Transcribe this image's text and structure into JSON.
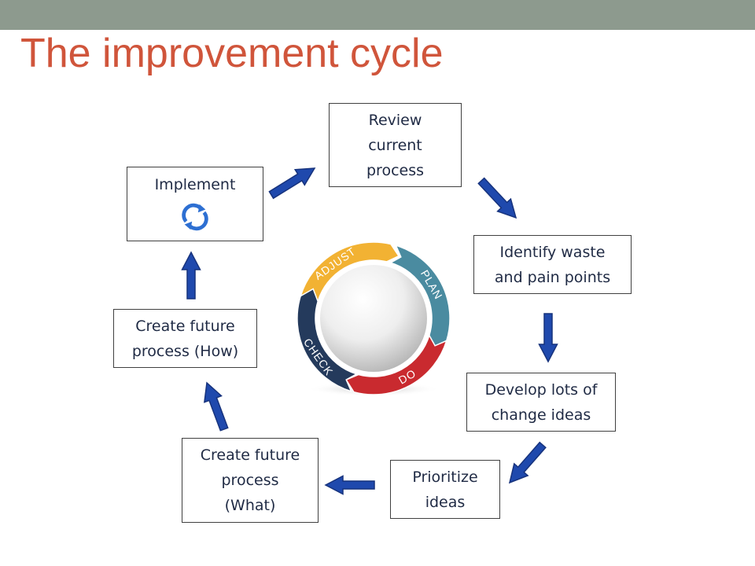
{
  "slide": {
    "title": "The improvement cycle",
    "colors": {
      "title": "#d0553b",
      "top_bar": "#8d9a8e",
      "arrow_fill": "#1f49ad",
      "arrow_stroke": "#17337d",
      "box_text": "#1f2a44"
    }
  },
  "steps": [
    {
      "id": "review",
      "lines": [
        "Review",
        "current",
        "process"
      ]
    },
    {
      "id": "identify",
      "lines": [
        "Identify waste",
        "and pain points"
      ]
    },
    {
      "id": "develop",
      "lines": [
        "Develop lots of",
        "change ideas"
      ]
    },
    {
      "id": "prior",
      "lines": [
        "Prioritize",
        "ideas"
      ]
    },
    {
      "id": "what",
      "lines": [
        "Create future",
        "process",
        "(What)"
      ]
    },
    {
      "id": "how",
      "lines": [
        "Create future",
        "process (How)"
      ]
    },
    {
      "id": "impl",
      "lines": [
        "Implement"
      ],
      "icon": "refresh-cycle-icon"
    }
  ],
  "pdca": {
    "segments": [
      {
        "label": "ADJUST",
        "color": "#f2b233"
      },
      {
        "label": "PLAN",
        "color": "#4a8ba0"
      },
      {
        "label": "DO",
        "color": "#c92a2f"
      },
      {
        "label": "CHECK",
        "color": "#243a5c"
      }
    ]
  }
}
